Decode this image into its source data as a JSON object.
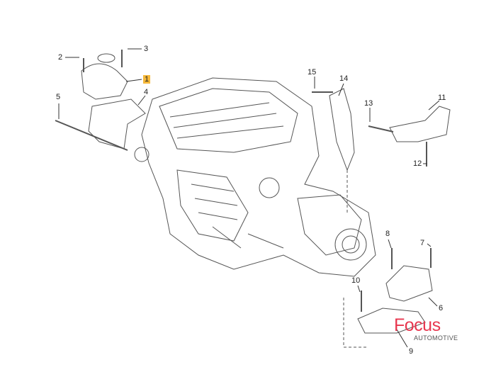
{
  "callouts": [
    "1",
    "2",
    "3",
    "4",
    "5",
    "6",
    "7",
    "8",
    "9",
    "10",
    "11",
    "12",
    "13",
    "14",
    "15"
  ],
  "highlighted_callout": "1",
  "colors": {
    "highlight": "#f5b83a",
    "brand": "#e8374f",
    "line": "#555555"
  },
  "logo": {
    "word": "Focus",
    "sub": "AUTOMOTIVE"
  }
}
